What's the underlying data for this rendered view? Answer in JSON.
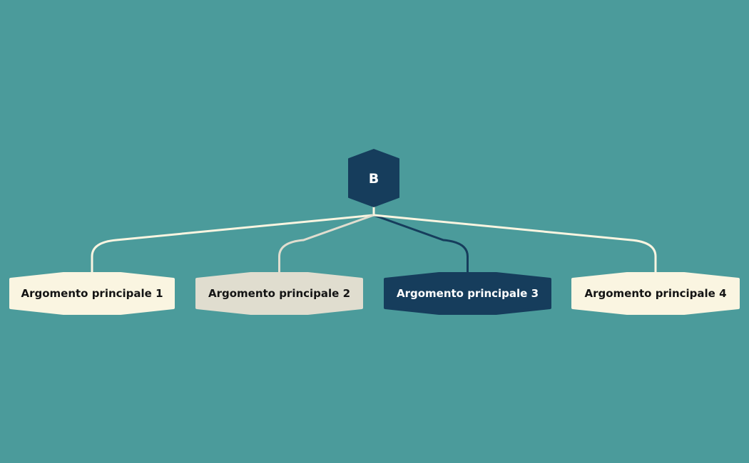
{
  "background": "#4b9b9b",
  "root": {
    "label": "B",
    "fill": "#163d5c",
    "text_color": "#ffffff"
  },
  "topics": [
    {
      "label": "Argomento principale 1",
      "fill": "#faf5e1",
      "text_color": "#141414",
      "line_color": "#faf5e1"
    },
    {
      "label": "Argomento principale 2",
      "fill": "#e0ddcf",
      "text_color": "#141414",
      "line_color": "#e0ddcf"
    },
    {
      "label": "Argomento principale 3",
      "fill": "#163d5c",
      "text_color": "#ffffff",
      "line_color": "#163d5c"
    },
    {
      "label": "Argomento principale 4",
      "fill": "#faf5e1",
      "text_color": "#141414",
      "line_color": "#faf5e1"
    }
  ]
}
